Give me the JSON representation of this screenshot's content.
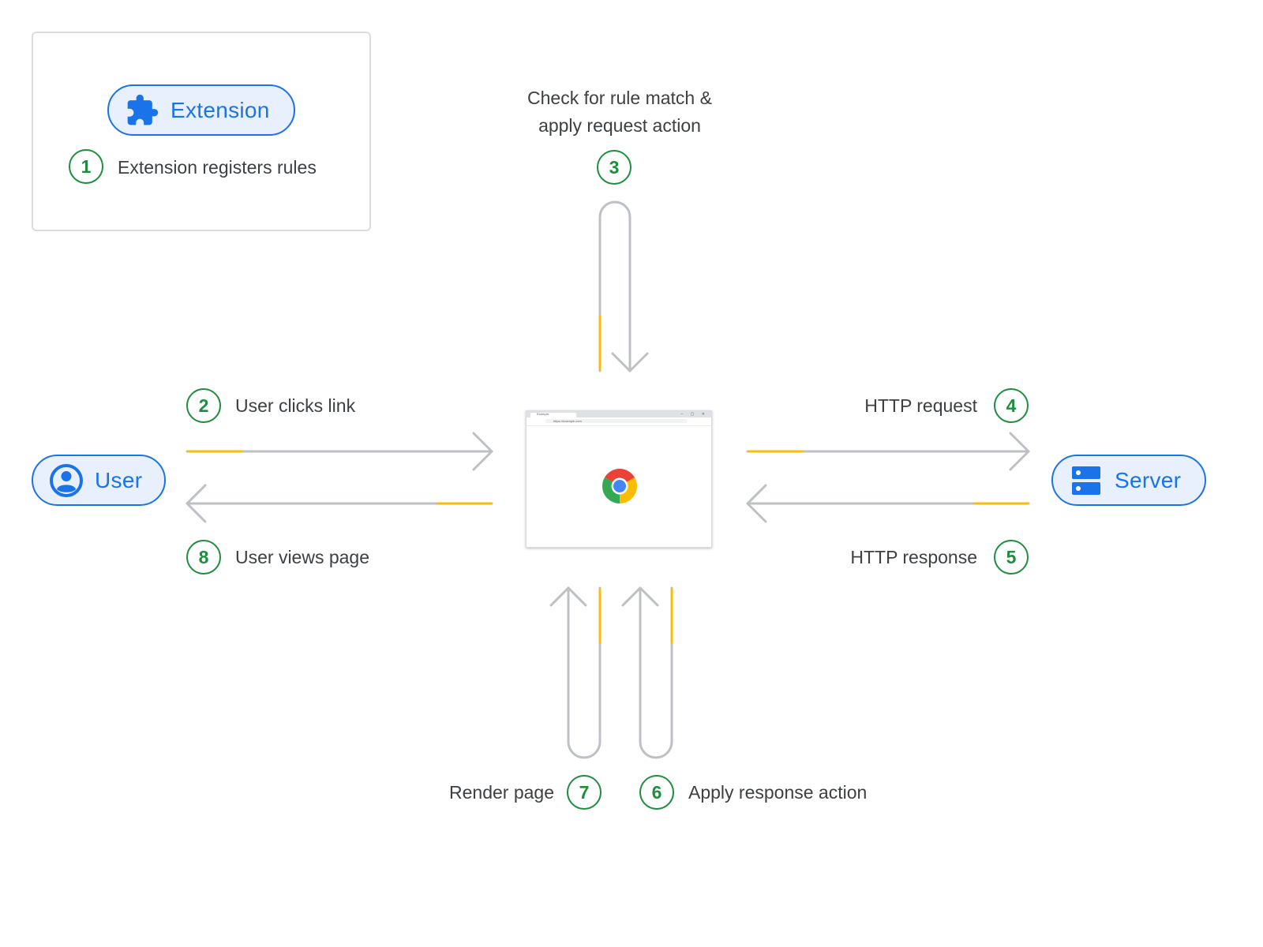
{
  "extension": {
    "label": "Extension",
    "icon": "puzzle-piece-icon",
    "step": {
      "number": "1",
      "text": "Extension registers rules"
    }
  },
  "user": {
    "label": "User",
    "icon": "account-circle-icon"
  },
  "server": {
    "label": "Server",
    "icon": "server-icon"
  },
  "browser": {
    "icon": "chrome-logo-icon",
    "tab_title": "Example",
    "url": "https://example.com"
  },
  "steps": {
    "s2": {
      "number": "2",
      "text": "User clicks link"
    },
    "s3": {
      "number": "3",
      "text_line1": "Check for rule match &",
      "text_line2": "apply request action"
    },
    "s4": {
      "number": "4",
      "text": "HTTP request"
    },
    "s5": {
      "number": "5",
      "text": "HTTP response"
    },
    "s6": {
      "number": "6",
      "text": "Apply response action"
    },
    "s7": {
      "number": "7",
      "text": "Render page"
    },
    "s8": {
      "number": "8",
      "text": "User views page"
    }
  },
  "colors": {
    "accent_blue": "#1a73e8",
    "pill_fill": "#e8f0fe",
    "step_green": "#1e8e3e",
    "arrow_gray": "#bdc1c6",
    "highlight_yellow": "#fbbc04"
  }
}
